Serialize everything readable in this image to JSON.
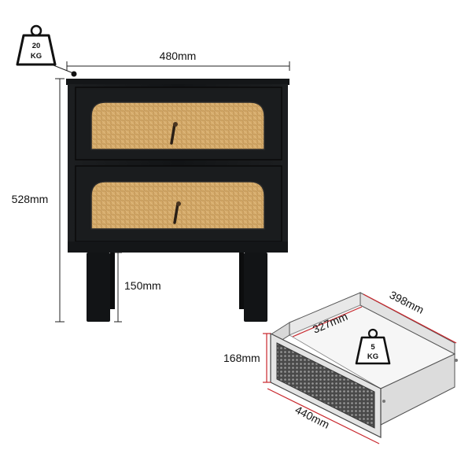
{
  "weights": {
    "nightstand": {
      "value": "20",
      "unit": "KG"
    },
    "drawer": {
      "value": "5",
      "unit": "KG"
    }
  },
  "dimensions": {
    "width": "480mm",
    "height": "528mm",
    "leg_height": "150mm",
    "drawer_inner_width": "327mm",
    "drawer_depth": "398mm",
    "drawer_height": "168mm",
    "drawer_width": "440mm"
  },
  "colors": {
    "cabinet": "#16181a",
    "rattan": "#d2a868",
    "dimension_line_dark": "#222222",
    "dimension_line_red": "#c8262c"
  },
  "icons": [
    "weight-icon",
    "weight-icon"
  ]
}
